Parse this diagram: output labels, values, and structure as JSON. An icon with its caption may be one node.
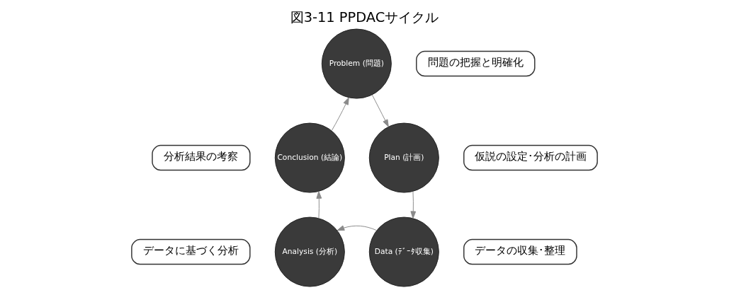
{
  "diagram": {
    "title": "図3-11 PPDACサイクル",
    "nodes": [
      {
        "text": [
          "Problem (問題)"
        ]
      },
      {
        "text": [
          "問題の把握と明確化"
        ]
      },
      {
        "text": [
          "分析結果の考察"
        ]
      },
      {
        "text": [
          "Conclusion (結論)"
        ]
      },
      {
        "text": [
          "Plan (計画)"
        ]
      },
      {
        "text": [
          "仮説の設定･分析の計画"
        ]
      },
      {
        "text": [
          "データに基づく分析"
        ]
      },
      {
        "text": [
          "Analysis (分析)"
        ]
      },
      {
        "text": [
          "Data (ﾃﾞｰﾀ収集)"
        ]
      },
      {
        "text": [
          "データの収集･整理"
        ]
      }
    ],
    "edges": [
      {
        "from": 0,
        "to": 4,
        "arrow": "to"
      },
      {
        "from": 4,
        "to": 8,
        "arrow": "to"
      },
      {
        "from": 8,
        "to": 7,
        "arrow": "to"
      },
      {
        "from": 7,
        "to": 3,
        "arrow": "to"
      },
      {
        "from": 3,
        "to": 0,
        "arrow": "to"
      }
    ]
  }
}
